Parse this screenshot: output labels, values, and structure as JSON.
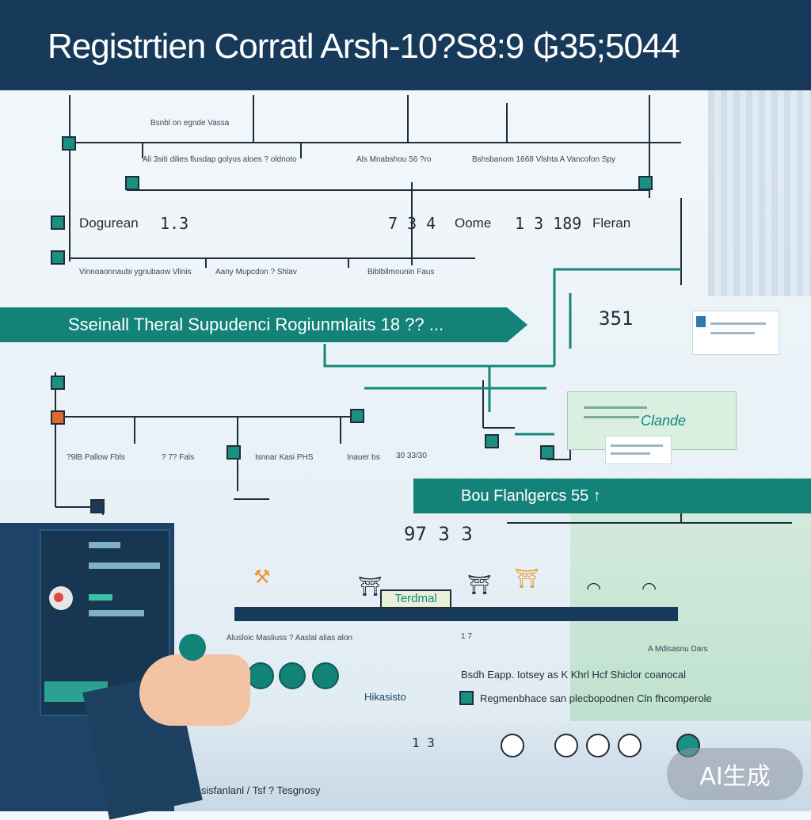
{
  "title": "Registrtien Corratl Arsh-10?S8:9 ₲35;5044",
  "labels": {
    "top_left_caption": "Bsnbl on egnde Vassa",
    "row1_caption_a": "Ali 3siti dilies flusdap golyos aloes ? oldnoto",
    "row1_caption_b": "Als  Mnabshou 56 ?ro",
    "row1_caption_c": "Bshsbanom 1668  Vlshta A  Vancofon Spy",
    "dogurean": "Dogurean",
    "row2_num_a": "1.3",
    "row2_num_b": "7 3 4",
    "row2_mid": "Oome",
    "row2_num_c": "1 3   189",
    "row2_right": "Fleran",
    "row3_caption_a": "Vinnoaonnaubi ygnubaow Vlinis",
    "row3_caption_b": "Aany Mupcdon  ? Shlav",
    "row3_caption_c": "Biblbllmounin Faus",
    "num_351": "351",
    "teal_sign": "Clande",
    "row5_caption_a": "?9lB Pallow Fbls",
    "row5_caption_b": "? 7? Fals",
    "row5_caption_c": "Isnnar Kasi PHS",
    "row5_caption_d": "Inauer bs",
    "row5_caption_e": "30  33/30",
    "num_9735": "97 3 3",
    "row8_caption_a": "Alusloic Masliuss ? Aaslal alias alon",
    "row8_caption_b": "1 7",
    "row8_caption_c": "A Mdisasnu Dars",
    "terminal_sign": "Terdmal",
    "bottom_text_a": "Bsdh Eapp. Iotsey as K Khrl Hcf Shiclor coanocal",
    "bottom_text_b": "Hikasisto",
    "bottom_text_c": "Regmenbhace san plecbopodnen Cln fhcomperole",
    "bottom_row_a": "1 3",
    "bottom_footer": "Bs Shnsisfanlanl  /  Tsf ? Tesgnosy",
    "ai_badge": "AI生成"
  },
  "banners": {
    "banner_1": "Sseinall Theral Supudenci   Rogiunmlaits 18 ?? ...",
    "banner_2": "Bou Flanlgercs 55 ↑"
  },
  "colors": {
    "navy": "#173a5a",
    "teal": "#13837a",
    "orange": "#e06a2b",
    "ink": "#1d2d3a",
    "mint": "#b9e0c8"
  },
  "icons": [
    "node-square-icon",
    "circle-arrow-icon",
    "building-icon",
    "hand-icon",
    "screen-icon"
  ]
}
